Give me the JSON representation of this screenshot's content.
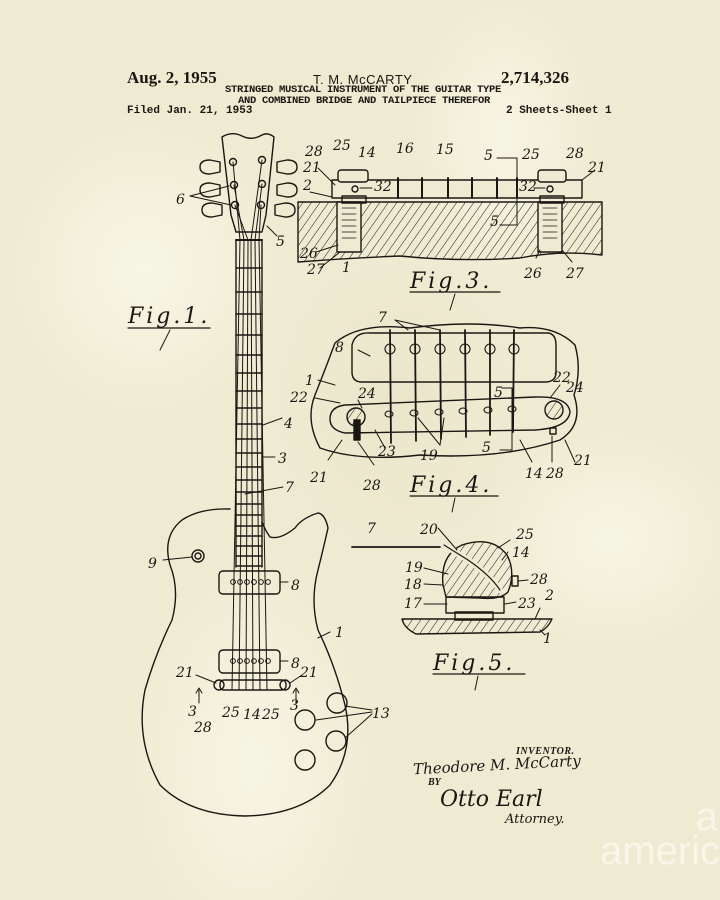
{
  "header": {
    "date": "Aug. 2, 1955",
    "inventor": "T. M. McCARTY",
    "patent_number": "2,714,326",
    "title_line1": "STRINGED MUSICAL INSTRUMENT OF THE GUITAR TYPE",
    "title_line2": "AND COMBINED BRIDGE AND TAILPIECE THEREFOR",
    "filed": "Filed Jan. 21, 1953",
    "sheets": "2 Sheets-Sheet 1"
  },
  "figures": {
    "fig1": {
      "caption": "Fig.1.",
      "labels": {
        "l6": "6",
        "l5": "5",
        "l4": "4",
        "l3": "3",
        "l7": "7",
        "l9": "9",
        "l8a": "8",
        "l8b": "8",
        "l1": "1",
        "l21a": "21",
        "l21b": "21",
        "l3a": "3",
        "l3b": "3",
        "l25a": "25",
        "l14": "14",
        "l25b": "25",
        "l28": "28",
        "l13": "13"
      }
    },
    "fig3": {
      "caption": "Fig.3.",
      "labels": {
        "l28a": "28",
        "l25a": "25",
        "l14": "14",
        "l16": "16",
        "l15": "15",
        "l5a": "5",
        "l25b": "25",
        "l28b": "28",
        "l21a": "21",
        "l21b": "21",
        "l2": "2",
        "l32a": "32",
        "l32b": "32",
        "l5b": "5",
        "l26a": "26",
        "l27a": "27",
        "l1": "1",
        "l26b": "26",
        "l27b": "27"
      }
    },
    "fig4": {
      "caption": "Fig.4.",
      "labels": {
        "l7": "7",
        "l8": "8",
        "l1": "1",
        "l22a": "22",
        "l24a": "24",
        "l22b": "22",
        "l24b": "24",
        "l5a": "5",
        "l5b": "5",
        "l21a": "21",
        "l28a": "28",
        "l23": "23",
        "l19": "19",
        "l14": "14",
        "l28b": "28",
        "l21b": "21"
      }
    },
    "fig5": {
      "caption": "Fig.5.",
      "labels": {
        "l7": "7",
        "l20": "20",
        "l25": "25",
        "l19": "19",
        "l14": "14",
        "l18": "18",
        "l28": "28",
        "l17": "17",
        "l23": "23",
        "l2": "2",
        "l1": "1"
      }
    }
  },
  "signature": {
    "inventor_label": "INVENTOR.",
    "inventor_name": "Theodore M. McCarty",
    "by_label": "BY",
    "attorney_signature": "Otto Earl",
    "attorney_label": "Attorney."
  },
  "watermark": {
    "line1": "art",
    "line2": "america"
  },
  "colors": {
    "paper": "#efebd2",
    "ink": "#1a1712"
  }
}
